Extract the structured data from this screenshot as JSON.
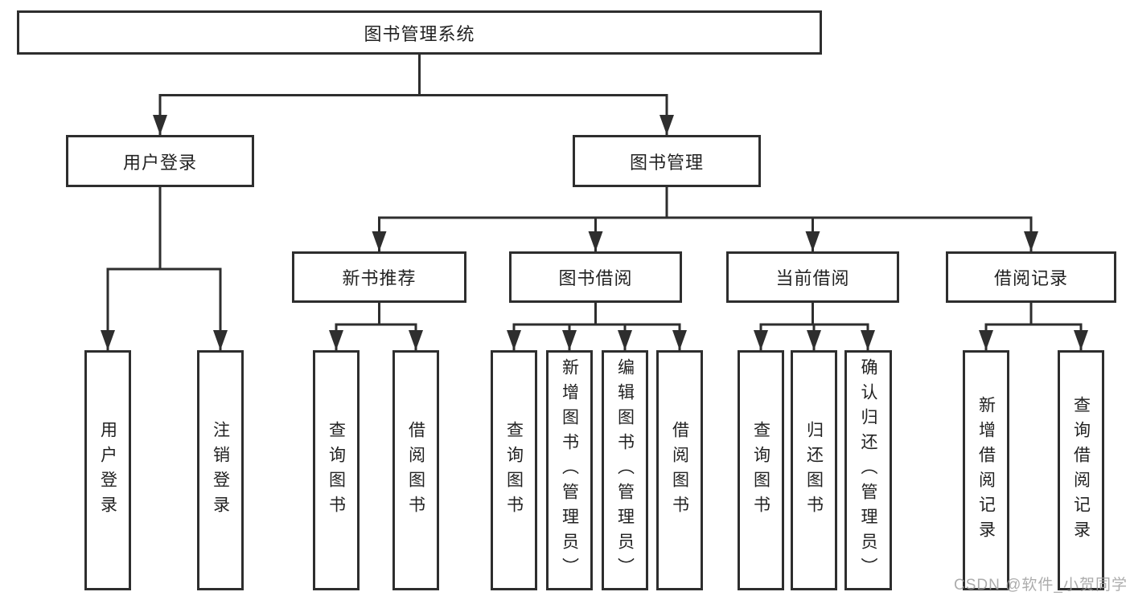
{
  "diagram": {
    "title": "图书管理系统",
    "branches": [
      {
        "label": "用户登录",
        "children": [
          {
            "label": "用户登录"
          },
          {
            "label": "注销登录"
          }
        ]
      },
      {
        "label": "图书管理",
        "children": [
          {
            "label": "新书推荐",
            "children": [
              {
                "label": "查询图书"
              },
              {
                "label": "借阅图书"
              }
            ]
          },
          {
            "label": "图书借阅",
            "children": [
              {
                "label": "查询图书"
              },
              {
                "label": "新增图书（管理员）"
              },
              {
                "label": "编辑图书（管理员）"
              },
              {
                "label": "借阅图书"
              }
            ]
          },
          {
            "label": "当前借阅",
            "children": [
              {
                "label": "查询图书"
              },
              {
                "label": "归还图书"
              },
              {
                "label": "确认归还（管理员）"
              }
            ]
          },
          {
            "label": "借阅记录",
            "children": [
              {
                "label": "新增借阅记录"
              },
              {
                "label": "查询借阅记录"
              }
            ]
          }
        ]
      }
    ]
  },
  "watermark": {
    "text": "CSDN @软件_小贺同学"
  },
  "colors": {
    "line": "#2e2e2e",
    "box_border": "#2e2e2e",
    "box_fill": "#ffffff",
    "text": "#222222",
    "watermark": "#9e9e9e",
    "background": "#ffffff"
  }
}
